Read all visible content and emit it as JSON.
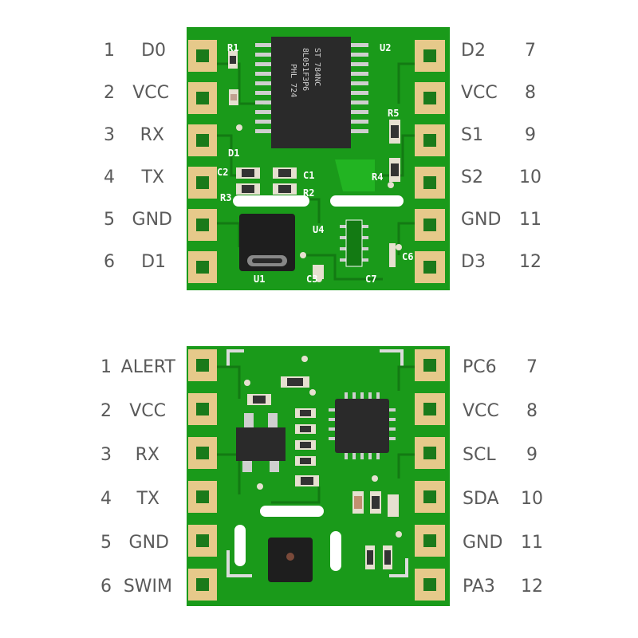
{
  "modules": [
    {
      "id": "top",
      "left_pins": [
        {
          "num": "1",
          "name": "D0"
        },
        {
          "num": "2",
          "name": "VCC"
        },
        {
          "num": "3",
          "name": "RX"
        },
        {
          "num": "4",
          "name": "TX"
        },
        {
          "num": "5",
          "name": "GND"
        },
        {
          "num": "6",
          "name": "D1"
        }
      ],
      "right_pins": [
        {
          "num": "7",
          "name": "D2"
        },
        {
          "num": "8",
          "name": "VCC"
        },
        {
          "num": "9",
          "name": "S1"
        },
        {
          "num": "10",
          "name": "S2"
        },
        {
          "num": "11",
          "name": "GND"
        },
        {
          "num": "12",
          "name": "D3"
        }
      ],
      "silkscreen": [
        "R1",
        "U2",
        "R5",
        "D1",
        "C2",
        "C1",
        "R2",
        "R3",
        "R4",
        "U4",
        "C6",
        "U1",
        "C3",
        "C7"
      ],
      "chip_marking": [
        "ST 784NC",
        "8L051F3P6",
        "PHL 724"
      ]
    },
    {
      "id": "bottom",
      "left_pins": [
        {
          "num": "1",
          "name": "ALERT"
        },
        {
          "num": "2",
          "name": "VCC"
        },
        {
          "num": "3",
          "name": "RX"
        },
        {
          "num": "4",
          "name": "TX"
        },
        {
          "num": "5",
          "name": "GND"
        },
        {
          "num": "6",
          "name": "SWIM"
        }
      ],
      "right_pins": [
        {
          "num": "7",
          "name": "PC6"
        },
        {
          "num": "8",
          "name": "VCC"
        },
        {
          "num": "9",
          "name": "SCL"
        },
        {
          "num": "10",
          "name": "SDA"
        },
        {
          "num": "11",
          "name": "GND"
        },
        {
          "num": "12",
          "name": "PA3"
        }
      ]
    }
  ],
  "colors": {
    "pcb_green": "#1a9a1a",
    "pcb_dark": "#137a13",
    "pad_gold": "#e6c98a",
    "chip_black": "#2a2a2a",
    "silk_white": "#ffffff",
    "label_gray": "#5a5a5a"
  }
}
